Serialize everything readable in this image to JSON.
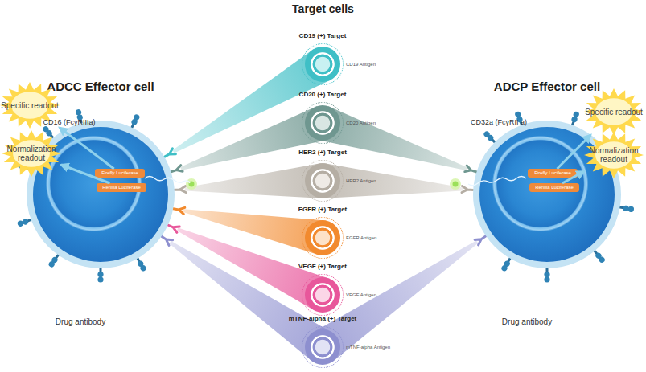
{
  "diagram": {
    "title": "Target cells",
    "nodes": [
      {
        "text": [
          "ADCC Effector cell"
        ]
      },
      {
        "text": [
          "Firefly Luciferase"
        ],
        "in": 0
      },
      {
        "text": [
          "Renilla Luciferase"
        ],
        "in": 0
      },
      {
        "text": [
          "Specific readout"
        ]
      },
      {
        "text": [
          "Normalization readout"
        ]
      },
      {
        "text": [
          "CD19 (+) Target",
          "CD19 Antigen"
        ]
      },
      {
        "text": [
          "CD20 (+) Target",
          "CD20 Antigen"
        ]
      },
      {
        "text": [
          "HER2 (+) Target",
          "HER2 Antigen"
        ]
      },
      {
        "text": [
          "EGFR (+) Target",
          "EGFR Antigen"
        ]
      },
      {
        "text": [
          "VEGF (+) Target",
          "VEGF Antigen"
        ]
      },
      {
        "text": [
          "mTNF-alpha (+) Target",
          "mTNF-alpha Antigen"
        ]
      },
      {
        "text": [
          "ADCP Effector cell"
        ]
      },
      {
        "text": [
          "Firefly Luciferase"
        ],
        "in": 11
      },
      {
        "text": [
          "Renilla Luciferase"
        ],
        "in": 11
      },
      {
        "text": [
          "Specific readout"
        ]
      },
      {
        "text": [
          "Normalization readout"
        ]
      }
    ],
    "edges": [
      {
        "from": 1,
        "to": 3,
        "arrow": "to"
      },
      {
        "from": 2,
        "to": 4,
        "arrow": "to"
      },
      {
        "from": 12,
        "to": 14,
        "arrow": "to"
      },
      {
        "from": 13,
        "to": 15,
        "arrow": "to"
      },
      {
        "from": 0,
        "to": 5,
        "arrow": "none"
      },
      {
        "from": 0,
        "to": 6,
        "arrow": "none"
      },
      {
        "from": 0,
        "to": 7,
        "arrow": "none"
      },
      {
        "from": 0,
        "to": 8,
        "arrow": "none"
      },
      {
        "from": 0,
        "to": 9,
        "arrow": "none"
      },
      {
        "from": 0,
        "to": 10,
        "arrow": "none"
      },
      {
        "from": 11,
        "to": 6,
        "arrow": "none"
      },
      {
        "from": 11,
        "to": 7,
        "arrow": "none"
      },
      {
        "from": 11,
        "to": 10,
        "arrow": "none"
      }
    ],
    "labels": [
      "CD16 (FcγRIIIa)",
      "Drug antibody",
      "CD32a (FcγRII a)",
      "Drug antibody"
    ]
  }
}
